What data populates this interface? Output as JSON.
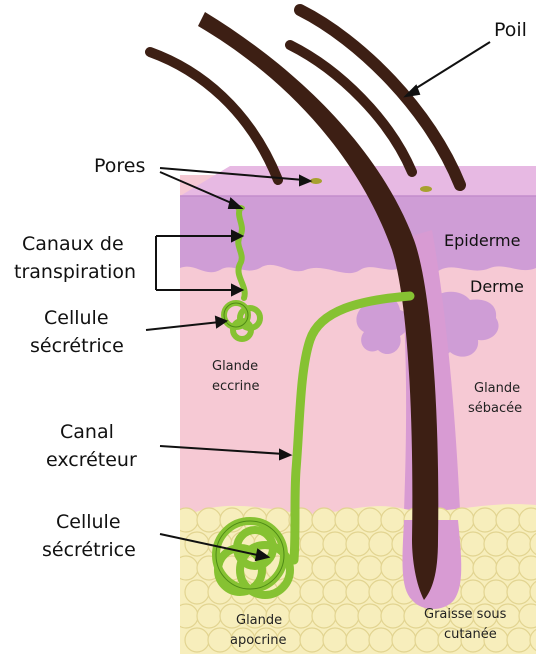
{
  "labels": {
    "poil": "Poil",
    "pores": "Pores",
    "canaux_line1": "Canaux de",
    "canaux_line2": "transpiration",
    "cellule1_line1": "Cellule",
    "cellule1_line2": "sécrétrice",
    "canal_line1": "Canal",
    "canal_line2": "excréteur",
    "cellule2_line1": "Cellule",
    "cellule2_line2": "sécrétrice",
    "epiderme": "Epiderme",
    "derme": "Derme",
    "glande_eccrine_line1": "Glande",
    "glande_eccrine_line2": "eccrine",
    "glande_sebacee_line1": "Glande",
    "glande_sebacee_line2": "sébacée",
    "glande_apocrine_line1": "Glande",
    "glande_apocrine_line2": "apocrine",
    "graisse_line1": "Graisse sous",
    "graisse_line2": "cutanée"
  },
  "colors": {
    "epidermis": "#cf9dd6",
    "dermis": "#f6c9d4",
    "fat": "#f7eebc",
    "fat_outline": "#e2d491",
    "hair": "#3d1f14",
    "gland": "#86c232",
    "gland_dark": "#4f8a16",
    "follicle": "#d89bd3"
  }
}
